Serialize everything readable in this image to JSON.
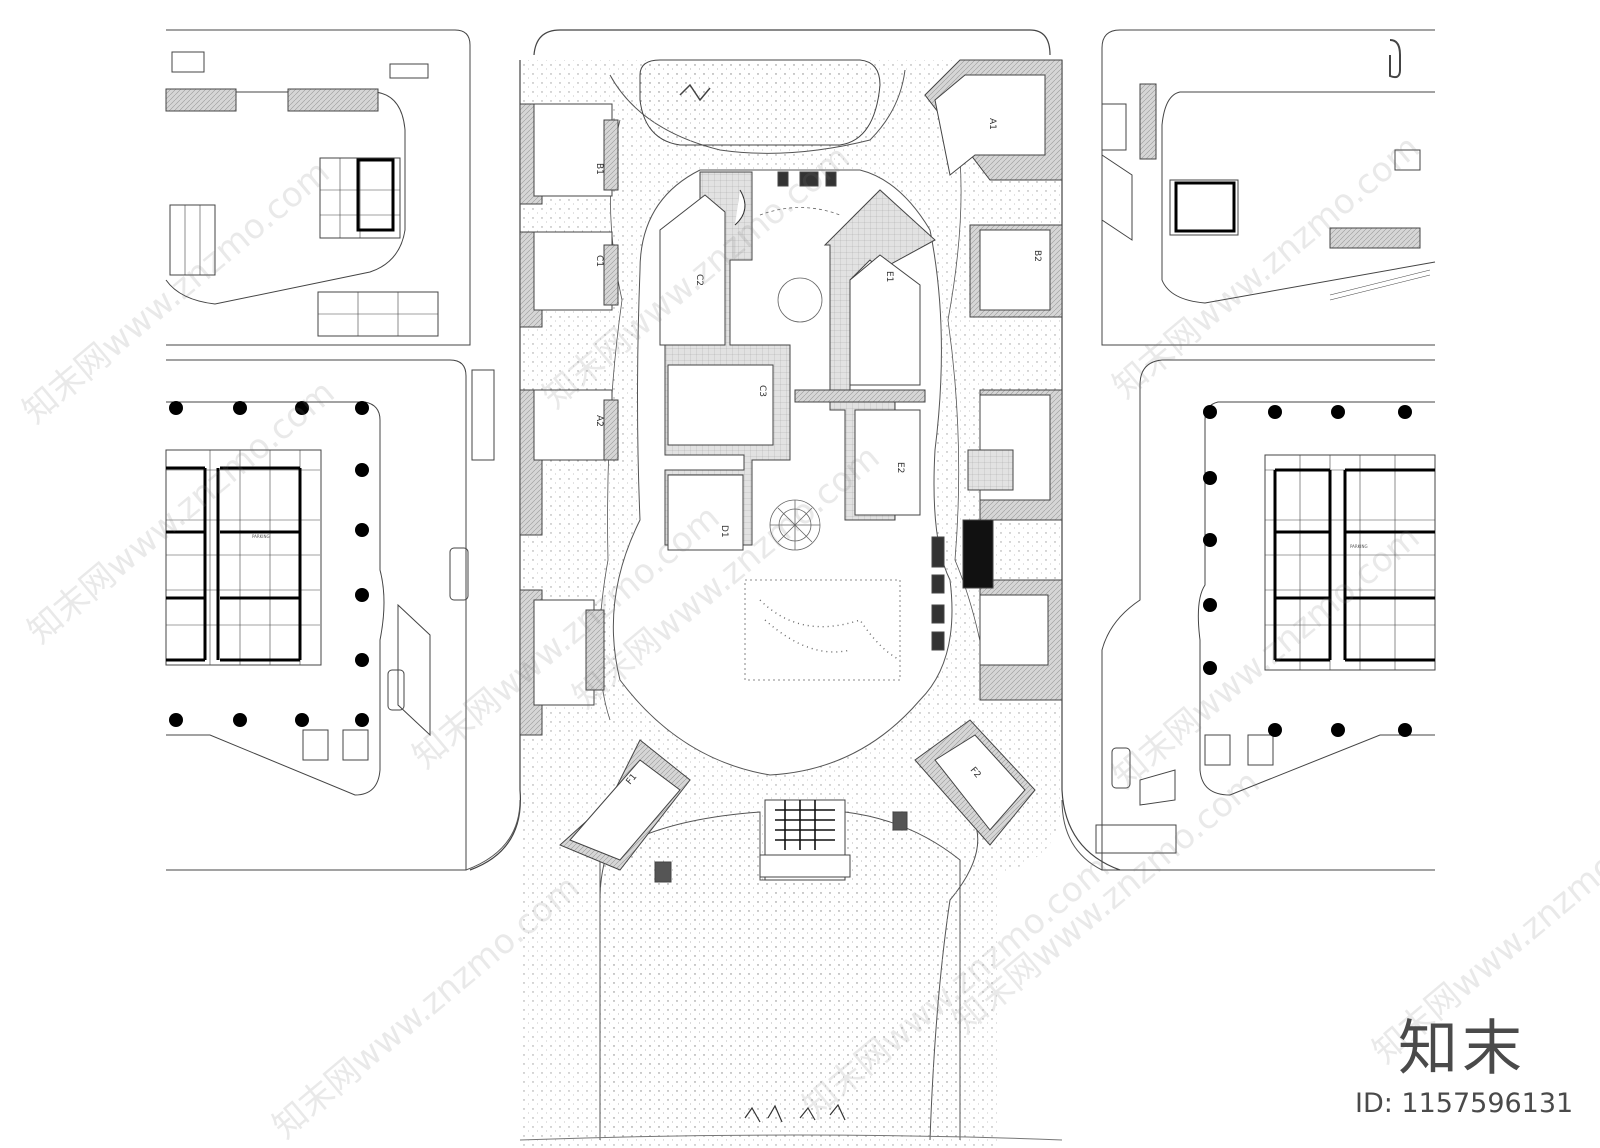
{
  "brand": {
    "logo_text": "知末",
    "id_text": "ID: 1157596131"
  },
  "watermark": {
    "text": "知末网www.znzmo.com"
  },
  "labels": {
    "unit_b1": "B1",
    "unit_c1": "C1",
    "unit_c2": "C2",
    "unit_c3": "C3",
    "unit_d1": "D1",
    "unit_e1": "E1",
    "unit_e2": "E2",
    "unit_b2": "B2",
    "unit_a1": "A1",
    "unit_a2": "A2",
    "unit_f1": "F1",
    "unit_f2": "F2",
    "parking_left": "PARKING",
    "parking_right": "PARKING"
  },
  "colors": {
    "line": "#333333",
    "thin": "#8a8a8a",
    "hatch_dark": "#bdbdbd",
    "hatch_mid": "#d9d9d9",
    "column": "#000000",
    "background": "#ffffff"
  }
}
